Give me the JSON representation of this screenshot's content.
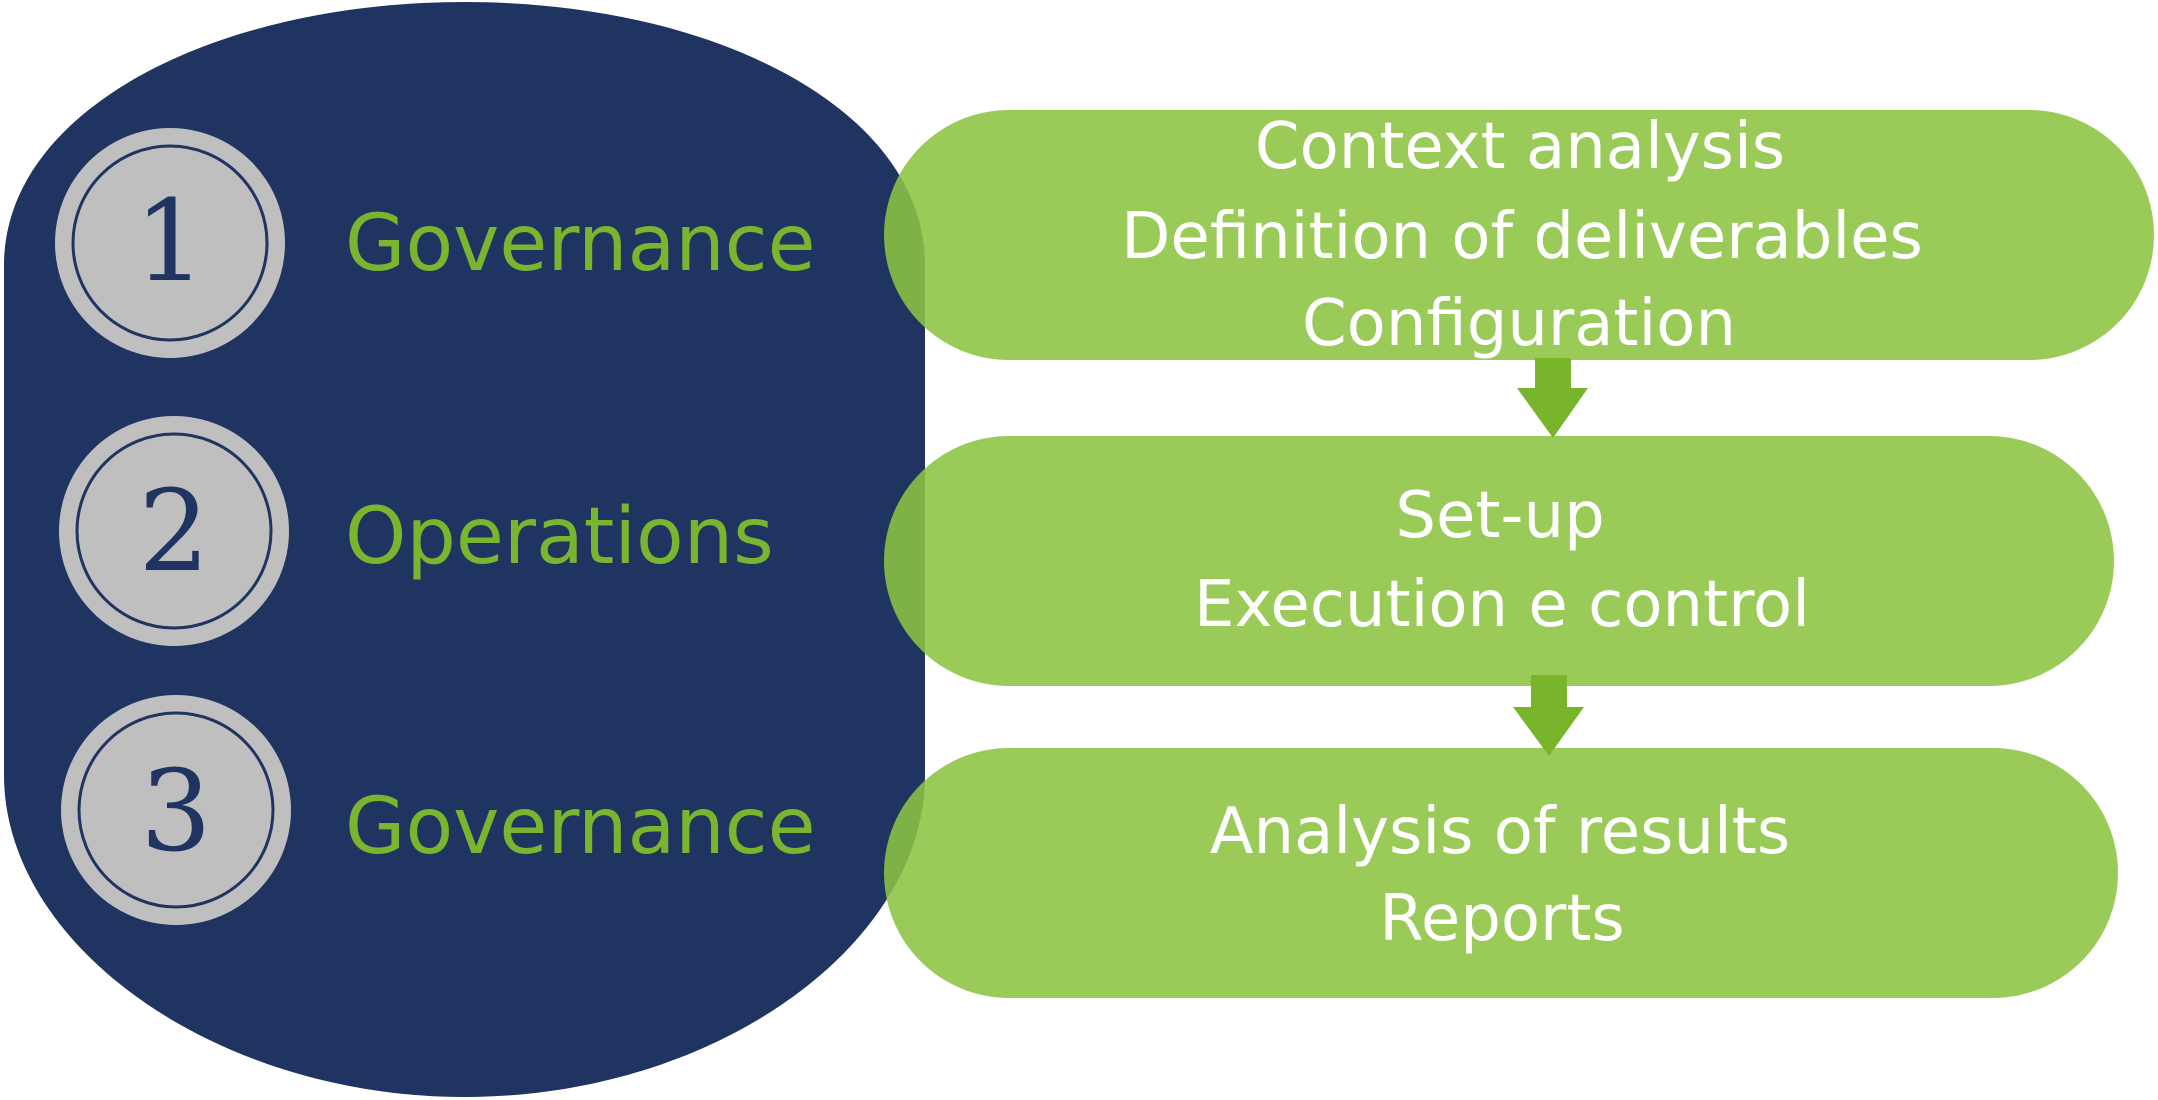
{
  "colors": {
    "navy": "#1f3461",
    "green": "#8cc442",
    "green_label": "#7ab530",
    "arrow": "#78b52b",
    "circle_fill": "#bfbfbf",
    "circle_ring": "#1f3461",
    "white": "#ffffff"
  },
  "phases": [
    {
      "number": "1",
      "label": "Governance"
    },
    {
      "number": "2",
      "label": "Operations"
    },
    {
      "number": "3",
      "label": "Governance"
    }
  ],
  "boxes": [
    {
      "lines": [
        "Context analysis",
        "Definition of deliverables",
        "Configuration"
      ]
    },
    {
      "lines": [
        "Set-up",
        "Execution e control"
      ]
    },
    {
      "lines": [
        "Analysis of results",
        "Reports"
      ]
    }
  ],
  "icons": [
    "down-arrow-icon",
    "down-arrow-icon"
  ]
}
